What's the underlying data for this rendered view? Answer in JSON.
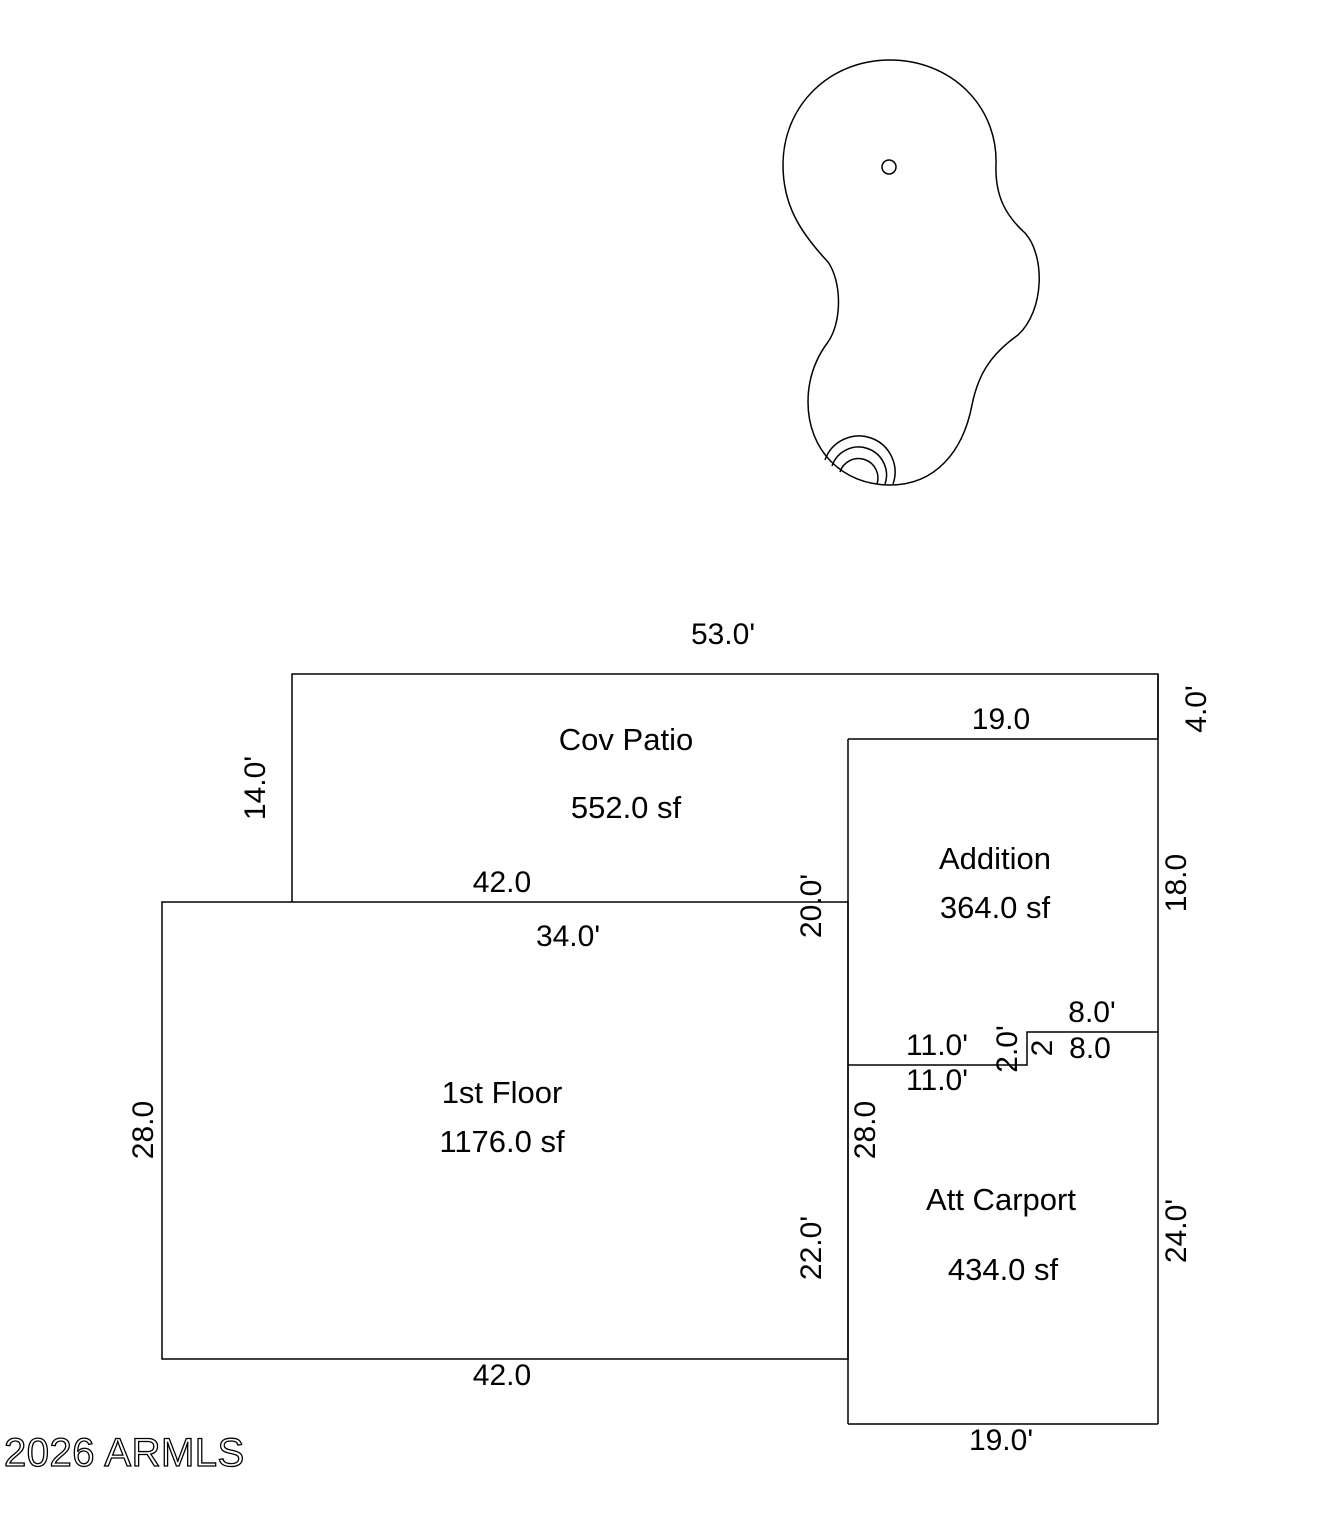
{
  "rooms": {
    "cov_patio": {
      "name": "Cov Patio",
      "area": "552.0 sf"
    },
    "addition": {
      "name": "Addition",
      "area": "364.0 sf"
    },
    "first_floor": {
      "name": "1st Floor",
      "area": "1176.0 sf"
    },
    "att_carport": {
      "name": "Att Carport",
      "area": "434.0 sf"
    }
  },
  "dimensions": {
    "patio_top": "53.0'",
    "patio_left": "14.0'",
    "patio_right_top": "4.0'",
    "patio_bottom": "42.0",
    "addition_top": "19.0",
    "addition_right": "18.0",
    "addition_left": "20.0'",
    "floor_top": "34.0'",
    "floor_left": "28.0",
    "floor_bottom": "42.0",
    "floor_right_lower": "22.0'",
    "step_upper_left": "11.0'",
    "step_lower_left": "11.0'",
    "step_rise_left": "2.0'",
    "step_rise_right": "2",
    "step_upper_right": "8.0'",
    "step_lower_right": "8.0",
    "carport_left": "28.0",
    "carport_right": "24.0'",
    "carport_bottom": "19.0'"
  },
  "watermark": "2026 ARMLS",
  "pool": {
    "shape": "kidney-pool",
    "features": [
      "skimmer-circle",
      "entry-steps"
    ]
  }
}
